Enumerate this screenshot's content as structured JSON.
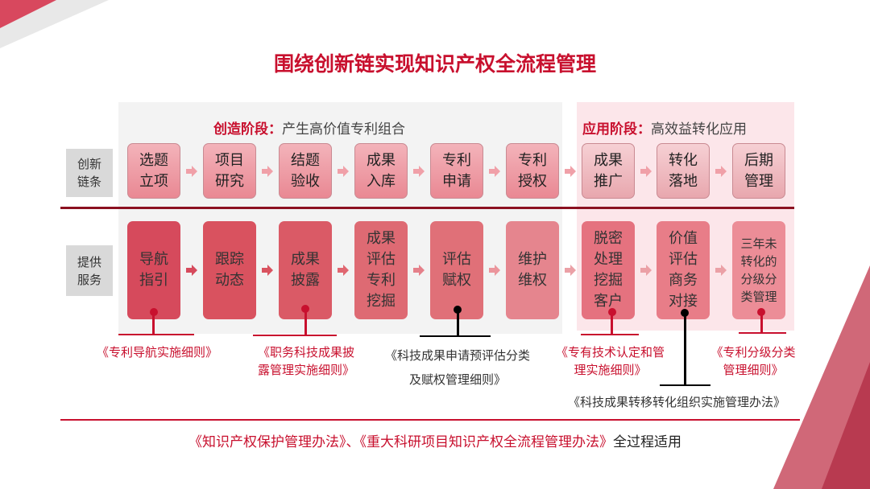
{
  "title": "围绕创新链实现知识产权全流程管理",
  "create_stage": {
    "label": "创造阶段：",
    "desc": "产生高价值专利组合"
  },
  "apply_stage": {
    "label": "应用阶段：",
    "desc": "高效益转化应用"
  },
  "row_labels": {
    "chain": "创新链条",
    "service": "提供服务"
  },
  "chain": [
    "选题立项",
    "项目研究",
    "结题验收",
    "成果入库",
    "专利申请",
    "专利授权",
    "成果推广",
    "转化落地",
    "后期管理"
  ],
  "services": [
    "导航指引",
    "跟踪动态",
    "成果披露",
    "成果评估专利挖掘",
    "评估赋权",
    "维护维权",
    "脱密处理挖掘客户",
    "价值评估商务对接",
    "三年未转化的分级分类管理"
  ],
  "notes": {
    "n1": "《专利导航实施细则》",
    "n2": "《职务科技成果披露管理实施细则》",
    "n3": "《科技成果申请预评估分类及赋权管理细则》",
    "n4": "《专有技术认定和管理实施细则》",
    "n5": "《专利分级分类管理细则》",
    "n6": "《科技成果转移转化组织实施管理办法》"
  },
  "footer": {
    "laws": "《知识产权保护管理办法》、《重大科研项目知识产权全流程管理办法》",
    "suffix": "全过程适用"
  },
  "colors": {
    "accent": "#c8102e",
    "divider": "#8b1020"
  }
}
